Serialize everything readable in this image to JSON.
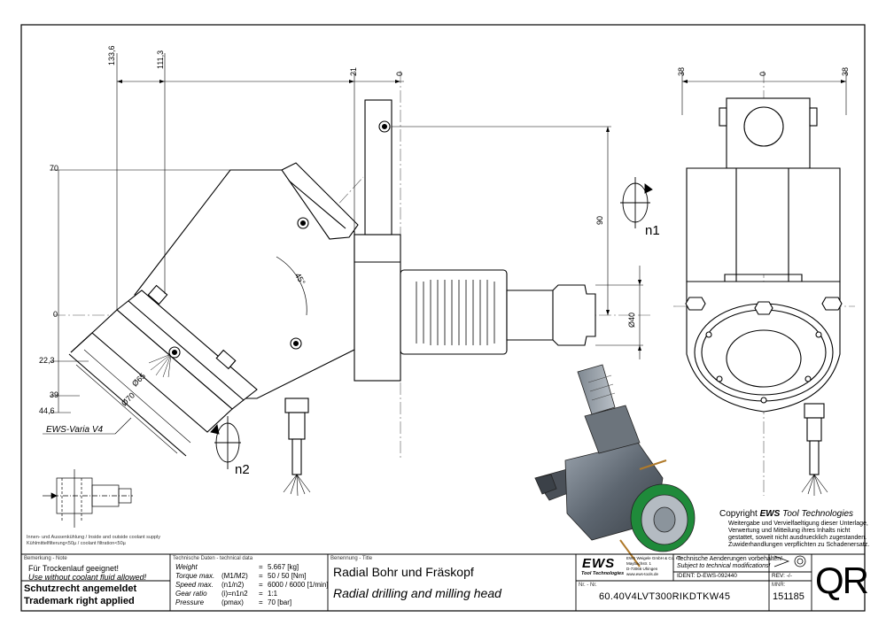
{
  "dims_top": [
    "133,6",
    "111,3",
    "21",
    "0"
  ],
  "dims_right_top": [
    "38",
    "0",
    "38"
  ],
  "dims_left": [
    "70",
    "0",
    "22,3",
    "39",
    "44,6"
  ],
  "dim_angle": "45°",
  "dim_90": "90",
  "dim_d40": "Ø40",
  "dim_d65": "Ø65",
  "dim_d70": "Ø70",
  "label_n1": "n1",
  "label_n2": "n2",
  "variant_label": "EWS-Varia V4",
  "coolant_note_1": "Innen- und Aussenkühlung / Inside and outside coolant supply",
  "coolant_note_2": "Kühlmittelfilterung<50µ / coolant filtration<50µ",
  "copyright": {
    "prefix": "Copyright ",
    "brand": "EWS",
    "suffix": " Tool Technologies",
    "lines": [
      "Weitergabe und Vervielfaeltigung dieser Unterlage,",
      "Verwertung und Mitteilung ihres Inhalts nicht",
      "gestattet, soweit nicht ausdruecklich zugestanden.",
      "Zuwiderhandlungen verpflichten zu Schadenersatz."
    ]
  },
  "title_block": {
    "remark_header": "Bemerkung - Note",
    "remark_1": "Für Trockenlauf geeignet!",
    "remark_2": "Use without coolant fluid allowed!",
    "protect_1": "Schutzrecht angemeldet",
    "protect_2": "Trademark right applied",
    "tech_header": "Technische Daten - technical data",
    "tech_rows": [
      {
        "label": "Weight",
        "param": "",
        "eq": "=",
        "value": "5.667 [kg]"
      },
      {
        "label": "Torque max.",
        "param": "(M1/M2)",
        "eq": "=",
        "value": "50 / 50 [Nm]"
      },
      {
        "label": "Speed max.",
        "param": "(n1/n2)",
        "eq": "=",
        "value": "6000 / 6000 [1/min]"
      },
      {
        "label": "Gear ratio",
        "param": "(i)=n1n2",
        "eq": "=",
        "value": "1:1"
      },
      {
        "label": "Pressure",
        "param": "(pmax)",
        "eq": "=",
        "value": "70 [bar]"
      }
    ],
    "title_header": "Benennung - Title",
    "title_de": "Radial Bohr und Fräskopf",
    "title_en": "Radial drilling and milling head",
    "logo": "EWS",
    "logo_sub": "Tool Technologies",
    "company_lines": [
      "EWS Weigele GmbH & Co. KG",
      "Maybachstr. 1",
      "D-73066 Uhingen",
      "www.ews-tools.de"
    ],
    "change_note_1": "Technische Aenderungen vorbehalten!",
    "change_note_2": "Subject to technical modifications!",
    "ident": "IDENT:  D-EWS-092440",
    "rev": "REV:  -/-",
    "nr_label": "Nr. - Nr.",
    "part_number": "60.40V4LVT300RIKDTKW45",
    "mnr_label": "MNR:",
    "mnr": "151185",
    "qr": "QR"
  }
}
